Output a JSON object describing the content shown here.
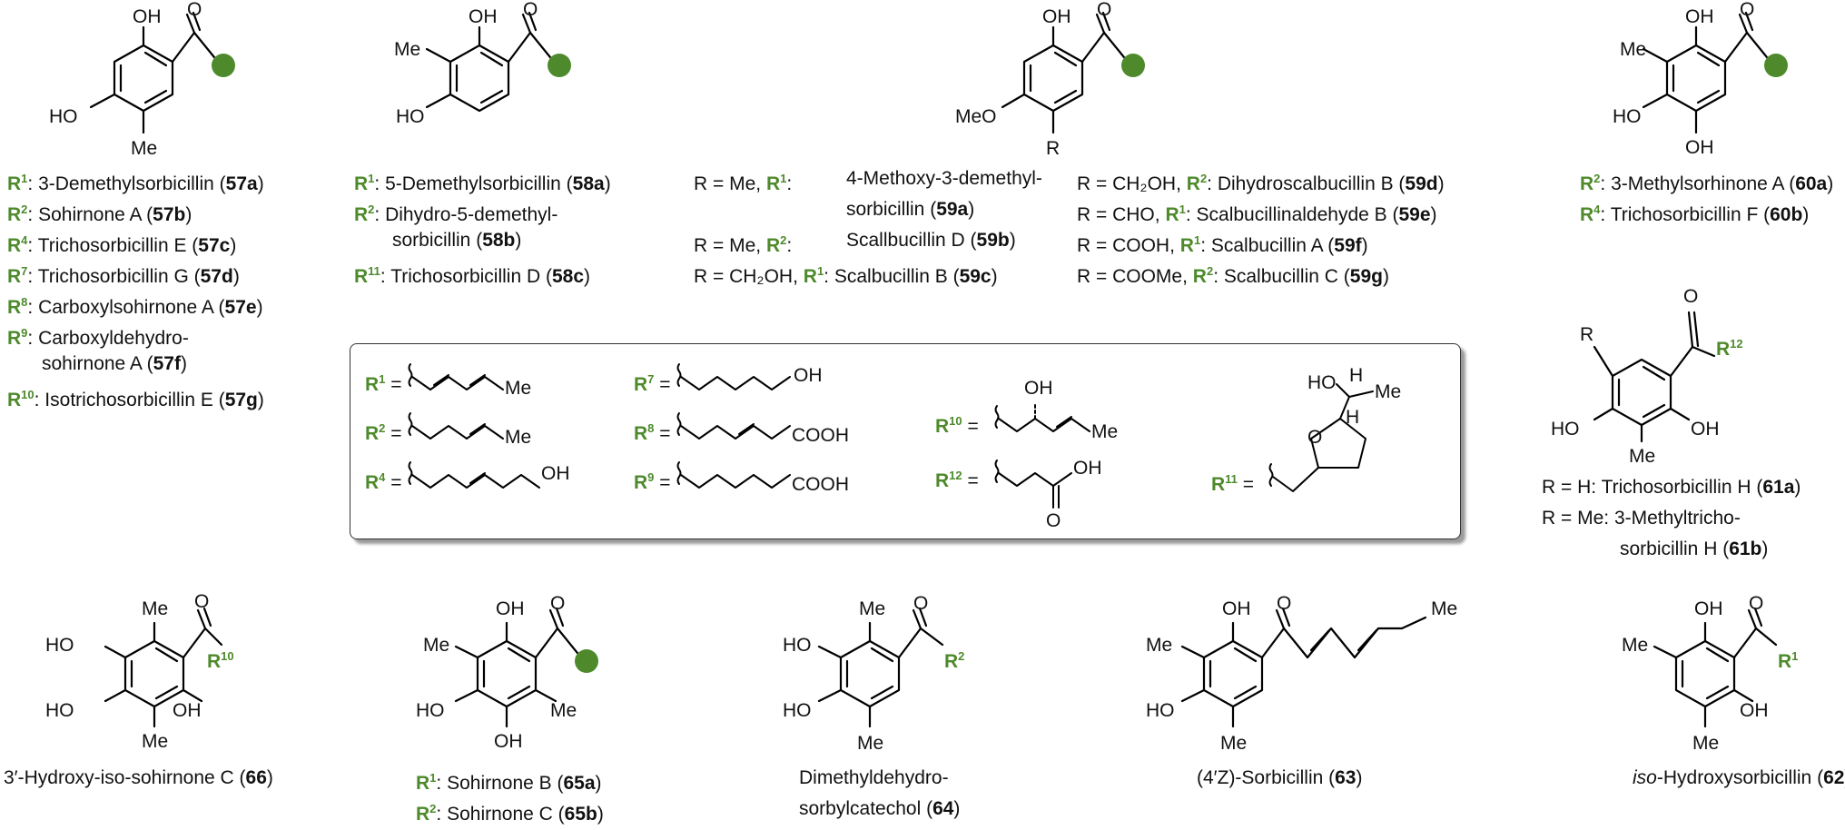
{
  "colors": {
    "accent": "#4e8a2c",
    "text": "#111111",
    "bond": "#000000"
  },
  "atoms": {
    "OH": "OH",
    "HO": "HO",
    "Me": "Me",
    "MeO": "MeO",
    "O": "O",
    "R": "R",
    "H": "H",
    "COOH": "COOH"
  },
  "rgroups": {
    "R1": "R",
    "sup1": "1",
    "sup2": "2",
    "sup4": "4",
    "sup7": "7",
    "sup8": "8",
    "sup9": "9",
    "sup10": "10",
    "sup11": "11",
    "sup12": "12",
    "eq": "="
  },
  "c57": {
    "items": [
      {
        "r": "1",
        "name": ": 3-Demethylsorbicillin (",
        "id": "57a",
        "end": ")"
      },
      {
        "r": "2",
        "name": ": Sohirnone A (",
        "id": "57b",
        "end": ")"
      },
      {
        "r": "4",
        "name": ": Trichosorbicillin E (",
        "id": "57c",
        "end": ")"
      },
      {
        "r": "7",
        "name": ": Trichosorbicillin G (",
        "id": "57d",
        "end": ")"
      },
      {
        "r": "8",
        "name": ": Carboxylsohirnone A (",
        "id": "57e",
        "end": ")"
      },
      {
        "r": "9",
        "name": ": Carboxyldehydro-",
        "id": "",
        "end": ""
      },
      {
        "r": "10",
        "name": ": Isotrichosorbicillin E (",
        "id": "57g",
        "end": ")"
      }
    ],
    "cont_name": "sohirnone A  (",
    "cont_id": "57f",
    "cont_end": ")"
  },
  "c58": {
    "a_name": ": 5-Demethylsorbicillin (",
    "a_id": "58a",
    "b_name": ":  Dihydro-5-demethyl-",
    "b_cont": "sorbicillin (",
    "b_id": "58b",
    "c_name": ": Trichosorbicillin D (",
    "c_id": "58c"
  },
  "c59": {
    "a_r": "R = Me,",
    "a_name": "4-Methoxy-3-demethyl-",
    "a_cont": "sorbicillin (",
    "a_id": "59a",
    "b_r": "R = Me,",
    "b_name": "Scallbucillin D (",
    "b_id": "59b",
    "c_r": "R = CH₂OH,",
    "c_name": "Scalbucillin B (",
    "c_id": "59c",
    "d_r": "R = CH₂OH,",
    "d_name": "Dihydroscalbucillin B (",
    "d_id": "59d",
    "e_r": "R = CHO,",
    "e_name": "Scalbucillinaldehyde B (",
    "e_id": "59e",
    "f_r": "R = COOH,",
    "f_name": "Scalbucillin A (",
    "f_id": "59f",
    "g_r": "R = COOMe,",
    "g_name": "Scalbucillin C (",
    "g_id": "59g"
  },
  "c60": {
    "a_name": ": 3-Methylsorhinone A (",
    "a_id": "60a",
    "b_name": ": Trichosorbicillin F (",
    "b_id": "60b"
  },
  "c61": {
    "a_r": "R = H:",
    "a_name": "Trichosorbicillin H (",
    "a_id": "61a",
    "b_r": "R = Me:",
    "b_name": "3-Methyltricho-",
    "b_cont": "sorbicillin H (",
    "b_id": "61b"
  },
  "c66": {
    "name": "3′-Hydroxy-iso-sohirnone C (",
    "id": "66"
  },
  "c65": {
    "a_name": ": Sohirnone B (",
    "a_id": "65a",
    "b_name": ": Sohirnone C (",
    "b_id": "65b"
  },
  "c64": {
    "line1": "Dimethyldehydro-",
    "line2": "sorbylcatechol (",
    "id": "64"
  },
  "c63": {
    "name": "(4′Z)-Sorbicillin (",
    "id": "63"
  },
  "c62": {
    "prefix": "iso",
    "name": "-Hydroxysorbicillin (",
    "id": "62"
  },
  "close": ")"
}
